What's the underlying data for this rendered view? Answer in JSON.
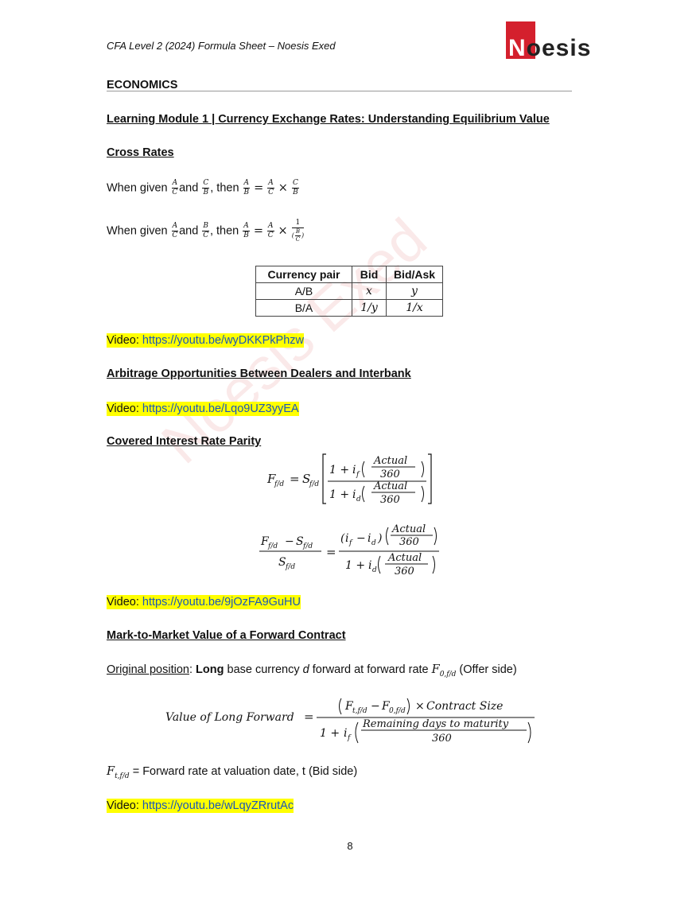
{
  "header": {
    "title": "CFA Level 2 (2024) Formula Sheet – Noesis Exed",
    "logo_text": "Noesis"
  },
  "section": "ECONOMICS",
  "module": "Learning Module 1 | Currency Exchange Rates: Understanding Equilibrium Value",
  "cross_rates": {
    "heading": "Cross Rates",
    "line1": {
      "prefix": "When given",
      "and": "and",
      "then": ", then"
    },
    "line2": {
      "prefix": "When given",
      "and": "and",
      "then": ", then"
    },
    "table": {
      "headers": [
        "Currency pair",
        "Bid",
        "Bid/Ask"
      ],
      "rows": [
        [
          "A/B",
          "x",
          "y"
        ],
        [
          "B/A",
          "1/y",
          "1/x"
        ]
      ]
    }
  },
  "video1": {
    "label": "Video:",
    "url": "https://youtu.be/wyDKKPkPhzw"
  },
  "arbitrage_heading": "Arbitrage Opportunities Between Dealers and Interbank",
  "video2": {
    "label": "Video:",
    "url": "https://youtu.be/Lqo9UZ3yyEA"
  },
  "cirp_heading": "Covered Interest Rate Parity",
  "video3": {
    "label": "Video:",
    "url": "https://youtu.be/9jOzFA9GuHU"
  },
  "mtm": {
    "heading": "Mark-to-Market Value of a Forward Contract",
    "orig_label": "Original position",
    "orig_colon": ":",
    "long": "Long",
    "orig_rest": " base currency ",
    "d": "d",
    "orig_rest2": " forward at forward rate ",
    "offer": " (Offer side)",
    "def_text": " = Forward rate at valuation date, t (Bid side)"
  },
  "video4": {
    "label": "Video:",
    "url": "https://youtu.be/wLqyZRrutAc"
  },
  "watermark": "Noesis Exed",
  "page_number": "8"
}
